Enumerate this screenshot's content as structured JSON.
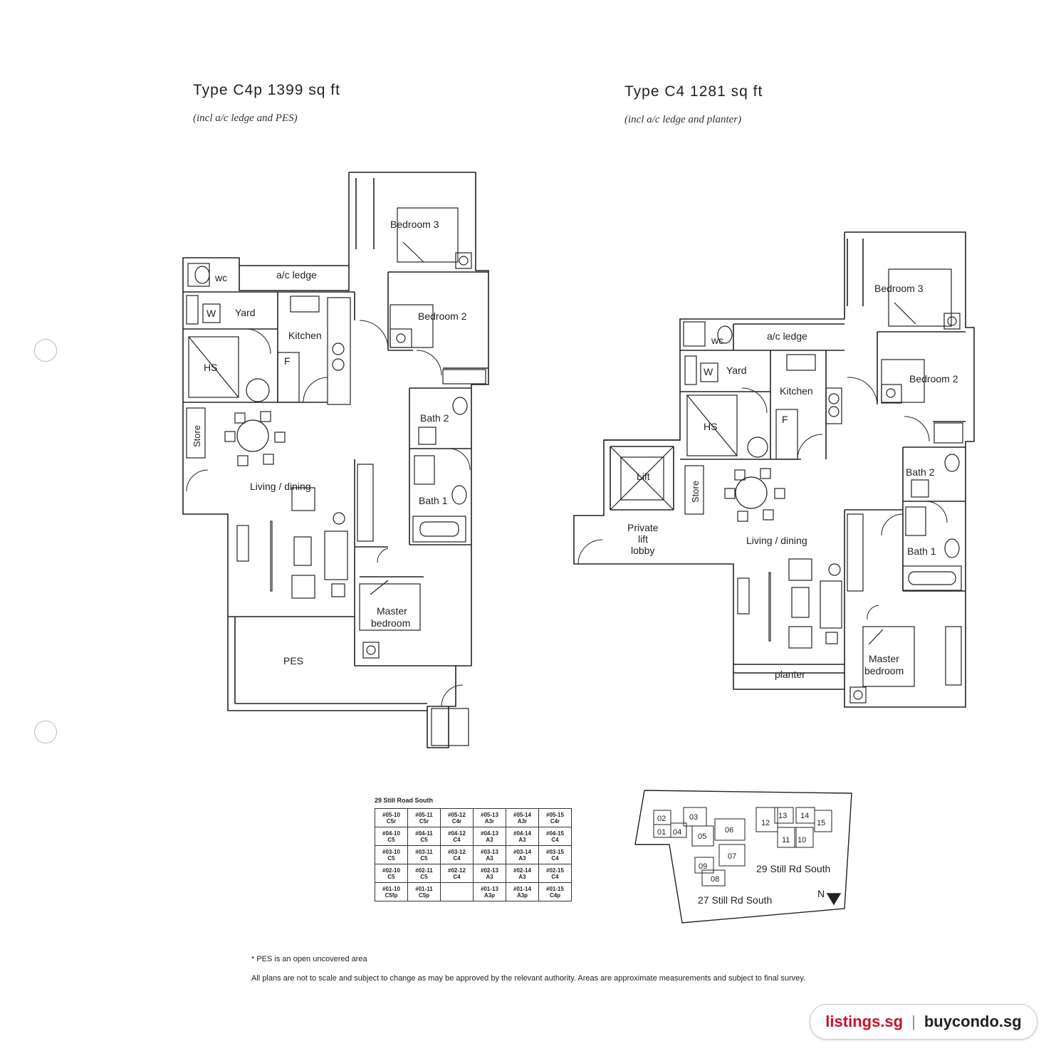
{
  "plan_left": {
    "title": "Type C4p 1399 sq ft",
    "subtitle": "(incl a/c ledge and PES)",
    "rooms": {
      "bedroom3": "Bedroom 3",
      "bedroom2": "Bedroom 2",
      "wc": "wc",
      "ac_ledge": "a/c ledge",
      "w": "W",
      "yard": "Yard",
      "kitchen": "Kitchen",
      "hs": "HS",
      "f": "F",
      "bath2": "Bath 2",
      "store": "Store",
      "living": "Living / dining",
      "bath1": "Bath 1",
      "master1": "Master",
      "master2": "bedroom",
      "pes": "PES"
    }
  },
  "plan_right": {
    "title": "Type C4 1281 sq ft",
    "subtitle": "(incl a/c ledge and planter)",
    "rooms": {
      "bedroom3": "Bedroom 3",
      "ac_ledge": "a/c ledge",
      "wc": "wc",
      "w": "W",
      "yard": "Yard",
      "kitchen": "Kitchen",
      "bedroom2": "Bedroom 2",
      "hs": "HS",
      "f": "F",
      "lift": "Lift",
      "bath2": "Bath 2",
      "store": "Store",
      "lobby1": "Private",
      "lobby2": "lift",
      "lobby3": "lobby",
      "living": "Living / dining",
      "bath1": "Bath 1",
      "master1": "Master",
      "master2": "bedroom",
      "planter": "planter"
    }
  },
  "unit_table": {
    "title": "29 Still Road South",
    "rows": [
      [
        [
          "#05-10",
          "C5r"
        ],
        [
          "#05-11",
          "C5r"
        ],
        [
          "#05-12",
          "C4r"
        ],
        [
          "#05-13",
          "A3r"
        ],
        [
          "#05-14",
          "A3r"
        ],
        [
          "#05-15",
          "C4r"
        ]
      ],
      [
        [
          "#04-10",
          "C5"
        ],
        [
          "#04-11",
          "C5"
        ],
        [
          "#04-12",
          "C4"
        ],
        [
          "#04-13",
          "A3"
        ],
        [
          "#04-14",
          "A3"
        ],
        [
          "#04-15",
          "C4"
        ]
      ],
      [
        [
          "#03-10",
          "C5"
        ],
        [
          "#03-11",
          "C5"
        ],
        [
          "#03-12",
          "C4"
        ],
        [
          "#03-13",
          "A3"
        ],
        [
          "#03-14",
          "A3"
        ],
        [
          "#03-15",
          "C4"
        ]
      ],
      [
        [
          "#02-10",
          "C5"
        ],
        [
          "#02-11",
          "C5"
        ],
        [
          "#02-12",
          "C4"
        ],
        [
          "#02-13",
          "A3"
        ],
        [
          "#02-14",
          "A3"
        ],
        [
          "#02-15",
          "C4"
        ]
      ],
      [
        [
          "#01-10",
          "C5fp"
        ],
        [
          "#01-11",
          "C5p"
        ],
        [
          "",
          ""
        ],
        [
          "#01-13",
          "A3p"
        ],
        [
          "#01-14",
          "A3p"
        ],
        [
          "#01-15",
          "C4p"
        ]
      ]
    ]
  },
  "site_plan": {
    "blocks": [
      "02",
      "03",
      "01",
      "04",
      "05",
      "06",
      "07",
      "09",
      "08",
      "12",
      "13",
      "14",
      "15",
      "11",
      "10"
    ],
    "label_29": "29 Still Rd South",
    "label_27": "27 Still Rd South",
    "north": "N"
  },
  "notes": {
    "pes": "* PES is an open uncovered area",
    "disclaimer": "All plans are not to scale and subject to change as may be approved by the relevant authority. Areas are approximate measurements and subject to final survey."
  },
  "badge": {
    "left": "listings.sg",
    "sep": "|",
    "right": "buycondo.sg"
  }
}
